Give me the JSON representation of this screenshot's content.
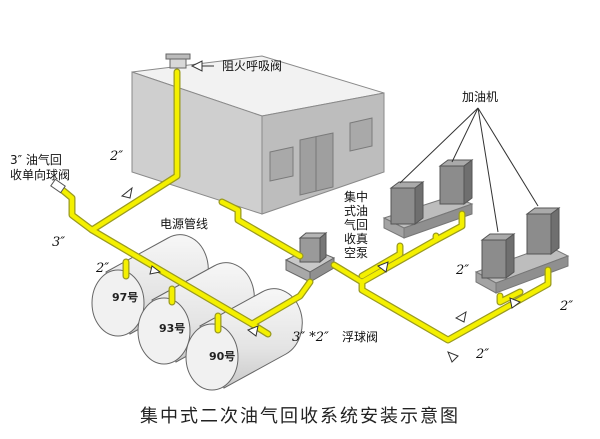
{
  "labels": {
    "breather_valve": "阻火呼吸阀",
    "dispenser": "加油机",
    "check_valve_line1": "3″ 油气回",
    "check_valve_line2": "收单向球阀",
    "power_conduit": "电源管线",
    "vacuum_pump": "集中式油气回收真空泵",
    "float_valve": "浮球阀",
    "float_valve_size": "3″ *2″"
  },
  "pipe_sizes": {
    "upper_left": "2″",
    "left_main": "3″",
    "tank_drop": "2″",
    "dispenser_left": "2″",
    "dispenser_right": "2″",
    "bottom": "2″"
  },
  "tanks": [
    {
      "name": "97号"
    },
    {
      "name": "93号"
    },
    {
      "name": "90号"
    }
  ],
  "caption": "集中式二次油气回收系统安装示意图",
  "colors": {
    "pipe": "#f4f000",
    "pipe_outline": "#9a9a20",
    "building_front": "#d2d2d2",
    "building_side": "#bdbdbd",
    "building_roof": "#f0f0f0",
    "tank_body": "#ededed",
    "unit_dark": "#8c8c8c"
  }
}
